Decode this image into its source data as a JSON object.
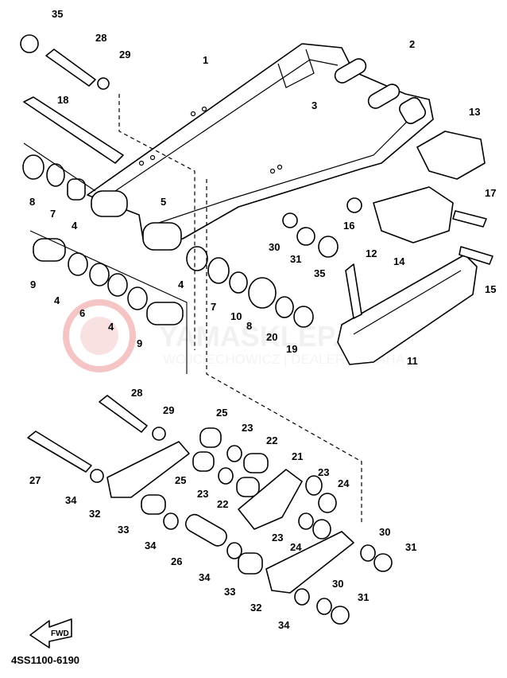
{
  "diagram": {
    "drawing_code": "4SS1100-6190",
    "fwd_label": "FWD",
    "watermark": {
      "title": "YAMASKLEP.PL",
      "subtitle": "WOJCIECHOWICZ | DEALER YAMAHA",
      "color": "#e35a5a"
    },
    "callouts": [
      "35",
      "28",
      "29",
      "18",
      "1",
      "2",
      "3",
      "13",
      "8",
      "7",
      "4",
      "5",
      "17",
      "16",
      "14",
      "30",
      "31",
      "35",
      "12",
      "15",
      "9",
      "4",
      "6",
      "4",
      "7",
      "10",
      "8",
      "20",
      "19",
      "11",
      "9",
      "4",
      "28",
      "29",
      "25",
      "23",
      "22",
      "21",
      "27",
      "34",
      "32",
      "25",
      "23",
      "22",
      "24",
      "23",
      "33",
      "34",
      "23",
      "24",
      "26",
      "30",
      "31",
      "34",
      "33",
      "30",
      "31",
      "32",
      "34"
    ]
  }
}
